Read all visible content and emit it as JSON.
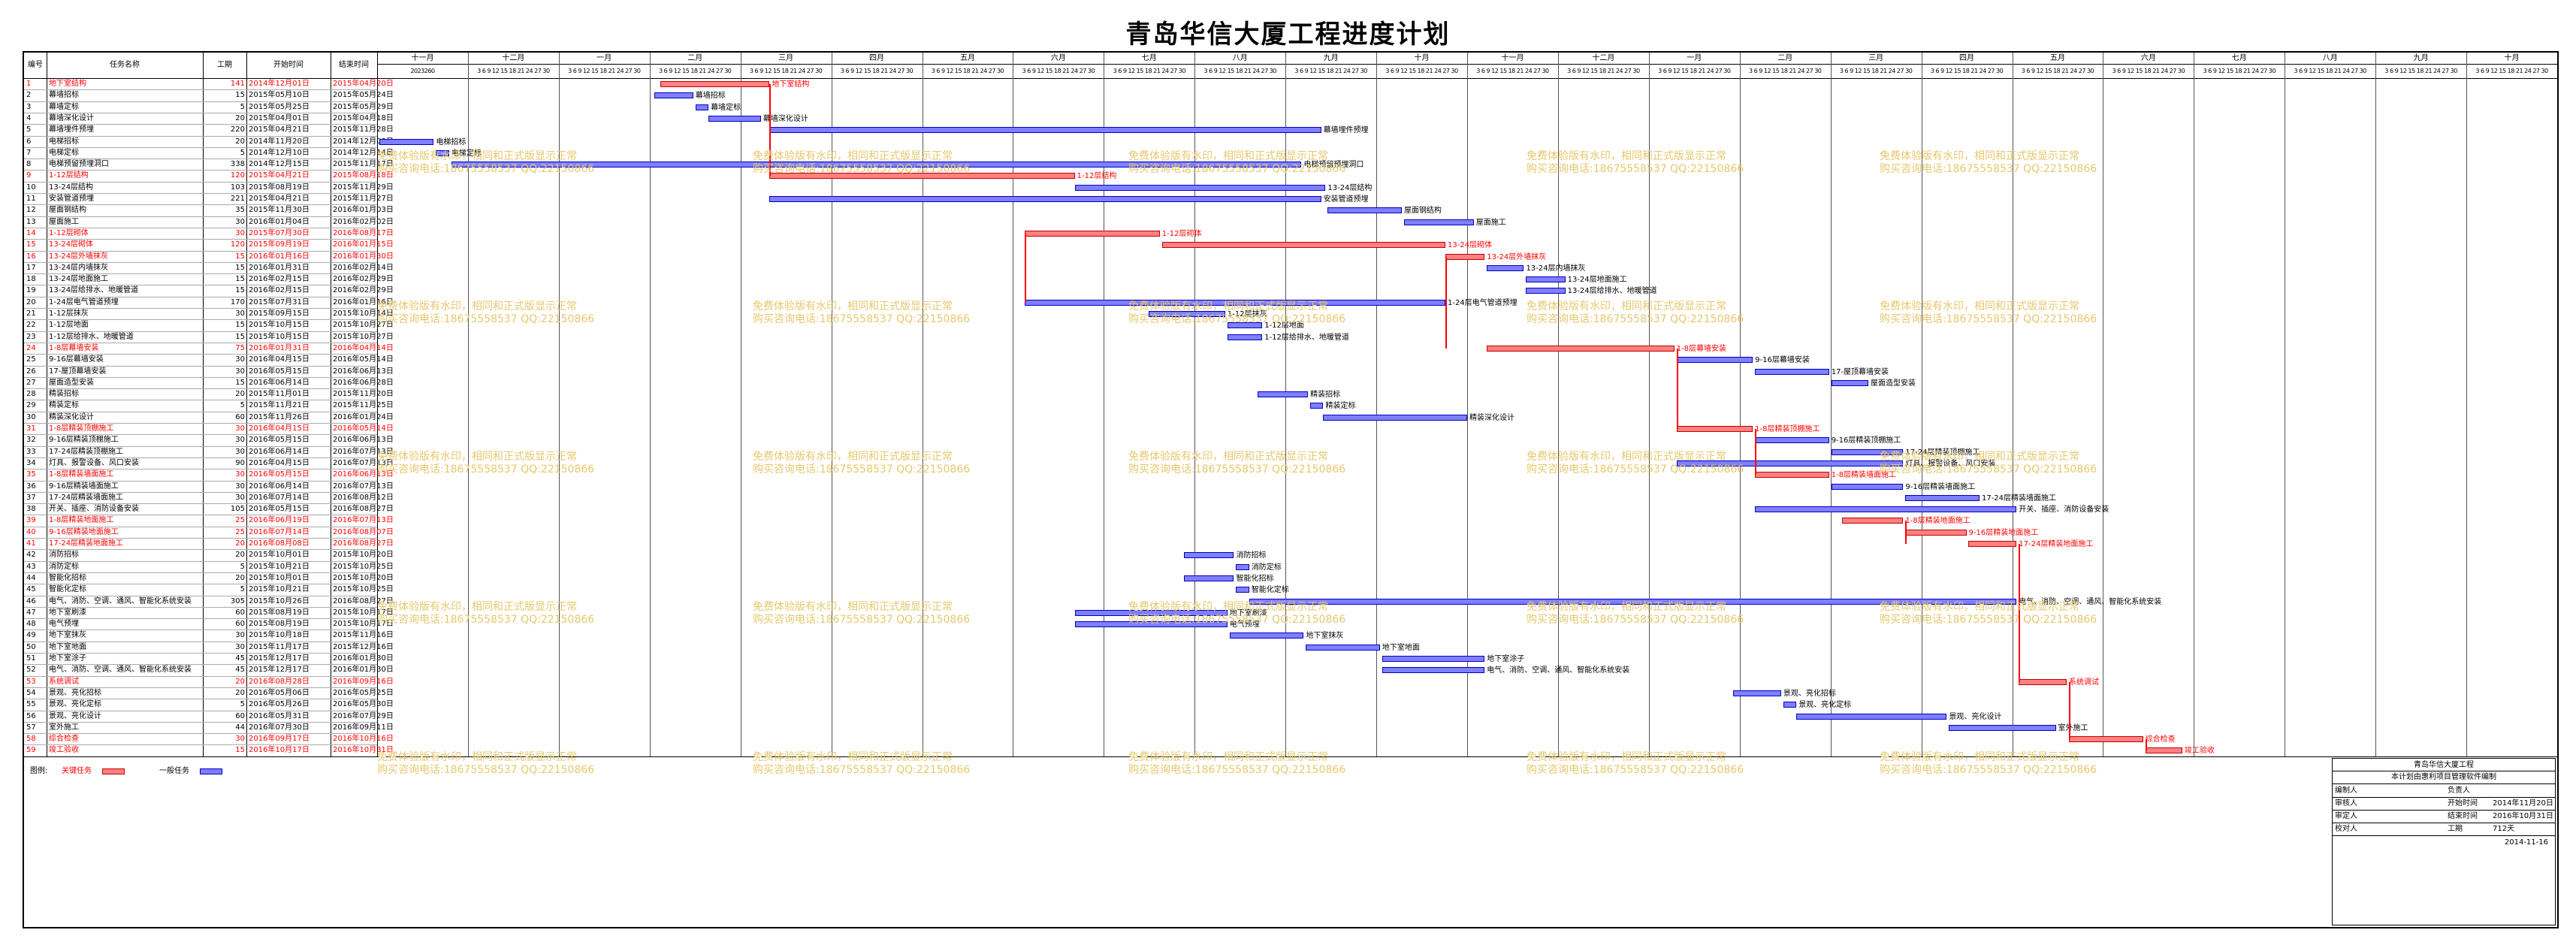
{
  "title": "青岛华信大厦工程进度计划",
  "headers": {
    "num": "编号",
    "name": "任务名称",
    "dur": "工期",
    "start": "开始时间",
    "end": "结束时间"
  },
  "months": [
    "十一月",
    "十二月",
    "一月",
    "二月",
    "三月",
    "四月",
    "五月",
    "六月",
    "七月",
    "八月",
    "九月",
    "十月",
    "十一月",
    "十二月",
    "一月",
    "二月",
    "三月",
    "四月",
    "五月",
    "六月",
    "七月",
    "八月",
    "九月",
    "十月"
  ],
  "day_ticks": "3 6 9 12 15 18 21 24 27 30",
  "first_tick": "2023260",
  "tasks": [
    {
      "n": "1",
      "name": "地下室结构",
      "dur": "141",
      "start": "2014年12月01日",
      "end": "2015年04月20日",
      "crit": true,
      "s": 0.13,
      "e": 0.18,
      "label": "地下室结构"
    },
    {
      "n": "2",
      "name": "幕墙招标",
      "dur": "15",
      "start": "2015年05月10日",
      "end": "2015年05月24日",
      "crit": false,
      "s": 0.127,
      "e": 0.145,
      "label": "幕墙招标"
    },
    {
      "n": "3",
      "name": "幕墙定标",
      "dur": "5",
      "start": "2015年05月25日",
      "end": "2015年05月29日",
      "crit": false,
      "s": 0.146,
      "e": 0.152,
      "label": "幕墙定标"
    },
    {
      "n": "4",
      "name": "幕墙深化设计",
      "dur": "20",
      "start": "2015年04月01日",
      "end": "2015年04月18日",
      "crit": false,
      "s": 0.152,
      "e": 0.176,
      "label": "幕墙深化设计"
    },
    {
      "n": "5",
      "name": "幕墙埋件预埋",
      "dur": "220",
      "start": "2015年04月21日",
      "end": "2015年11月28日",
      "crit": false,
      "s": 0.18,
      "e": 0.433,
      "label": "幕墙埋件预埋"
    },
    {
      "n": "6",
      "name": "电梯招标",
      "dur": "20",
      "start": "2014年11月20日",
      "end": "2014年12月09日",
      "crit": false,
      "s": 0.001,
      "e": 0.026,
      "label": "电梯招标"
    },
    {
      "n": "7",
      "name": "电梯定标",
      "dur": "5",
      "start": "2014年12月10日",
      "end": "2014年12月14日",
      "crit": false,
      "s": 0.027,
      "e": 0.033,
      "label": "电梯定标"
    },
    {
      "n": "8",
      "name": "电梯预留预埋洞口",
      "dur": "338",
      "start": "2014年12月15日",
      "end": "2015年11月17日",
      "crit": false,
      "s": 0.034,
      "e": 0.424,
      "label": "电梯预留预埋洞口"
    },
    {
      "n": "9",
      "name": "1-12层结构",
      "dur": "120",
      "start": "2015年04月21日",
      "end": "2015年08月18日",
      "crit": true,
      "s": 0.18,
      "e": 0.32,
      "label": "1-12层结构"
    },
    {
      "n": "10",
      "name": "13-24层结构",
      "dur": "103",
      "start": "2015年08月19日",
      "end": "2015年11月29日",
      "crit": false,
      "s": 0.32,
      "e": 0.435,
      "label": "13-24层结构"
    },
    {
      "n": "11",
      "name": "安装管道预埋",
      "dur": "221",
      "start": "2015年04月21日",
      "end": "2015年11月27日",
      "crit": false,
      "s": 0.18,
      "e": 0.433,
      "label": "安装管道预埋"
    },
    {
      "n": "12",
      "name": "屋面钢结构",
      "dur": "35",
      "start": "2015年11月30日",
      "end": "2016年01月03日",
      "crit": false,
      "s": 0.436,
      "e": 0.47,
      "label": "屋面钢结构"
    },
    {
      "n": "13",
      "name": "屋面施工",
      "dur": "30",
      "start": "2016年01月04日",
      "end": "2016年02月02日",
      "crit": false,
      "s": 0.471,
      "e": 0.503,
      "label": "屋面施工"
    },
    {
      "n": "14",
      "name": "1-12层砌体",
      "dur": "30",
      "start": "2015年07月30日",
      "end": "2016年08月17日",
      "crit": true,
      "s": 0.297,
      "e": 0.359,
      "label": "1-12层砌体"
    },
    {
      "n": "15",
      "name": "13-24层砌体",
      "dur": "120",
      "start": "2015年09月19日",
      "end": "2016年01月15日",
      "crit": true,
      "s": 0.36,
      "e": 0.49,
      "label": "13-24层砌体"
    },
    {
      "n": "16",
      "name": "13-24层外墙抹灰",
      "dur": "15",
      "start": "2016年01月16日",
      "end": "2016年01月30日",
      "crit": true,
      "s": 0.49,
      "e": 0.508,
      "label": "13-24层外墙抹灰"
    },
    {
      "n": "17",
      "name": "13-24层内墙抹灰",
      "dur": "15",
      "start": "2016年01月31日",
      "end": "2016年02月14日",
      "crit": false,
      "s": 0.509,
      "e": 0.526,
      "label": "13-24层内墙抹灰"
    },
    {
      "n": "18",
      "name": "13-24层地面施工",
      "dur": "15",
      "start": "2016年02月15日",
      "end": "2016年02月29日",
      "crit": false,
      "s": 0.527,
      "e": 0.545,
      "label": "13-24层地面施工"
    },
    {
      "n": "19",
      "name": "13-24层给排水、地暖管道",
      "dur": "15",
      "start": "2016年02月15日",
      "end": "2016年02月29日",
      "crit": false,
      "s": 0.527,
      "e": 0.545,
      "label": "13-24层给排水、地暖管道"
    },
    {
      "n": "20",
      "name": "1-24层电气管道预埋",
      "dur": "170",
      "start": "2015年07月31日",
      "end": "2016年01月16日",
      "crit": false,
      "s": 0.297,
      "e": 0.49,
      "label": "1-24层电气管道预埋"
    },
    {
      "n": "21",
      "name": "1-12层抹灰",
      "dur": "30",
      "start": "2015年09月15日",
      "end": "2015年10月14日",
      "crit": false,
      "s": 0.354,
      "e": 0.389,
      "label": "1-12层抹灰"
    },
    {
      "n": "22",
      "name": "1-12层地面",
      "dur": "15",
      "start": "2015年10月15日",
      "end": "2015年10月27日",
      "crit": false,
      "s": 0.39,
      "e": 0.406,
      "label": "1-12层地面"
    },
    {
      "n": "23",
      "name": "1-12层给排水、地暖管道",
      "dur": "15",
      "start": "2015年10月15日",
      "end": "2015年10月27日",
      "crit": false,
      "s": 0.39,
      "e": 0.406,
      "label": "1-12层给排水、地暖管道"
    },
    {
      "n": "24",
      "name": "1-8层幕墙安装",
      "dur": "75",
      "start": "2016年01月31日",
      "end": "2016年04月14日",
      "crit": true,
      "s": 0.509,
      "e": 0.595,
      "label": "1-8层幕墙安装"
    },
    {
      "n": "25",
      "name": "9-16层幕墙安装",
      "dur": "30",
      "start": "2016年04月15日",
      "end": "2016年05月14日",
      "crit": false,
      "s": 0.596,
      "e": 0.631,
      "label": "9-16层幕墙安装"
    },
    {
      "n": "26",
      "name": "17-屋顶幕墙安装",
      "dur": "30",
      "start": "2016年05月15日",
      "end": "2016年06月13日",
      "crit": false,
      "s": 0.632,
      "e": 0.666,
      "label": "17-屋顶幕墙安装"
    },
    {
      "n": "27",
      "name": "屋面造型安装",
      "dur": "15",
      "start": "2016年06月14日",
      "end": "2016年06月28日",
      "crit": false,
      "s": 0.667,
      "e": 0.684,
      "label": "屋面造型安装"
    },
    {
      "n": "28",
      "name": "精装招标",
      "dur": "20",
      "start": "2015年11月01日",
      "end": "2015年11月20日",
      "crit": false,
      "s": 0.404,
      "e": 0.427,
      "label": "精装招标"
    },
    {
      "n": "29",
      "name": "精装定标",
      "dur": "5",
      "start": "2015年11月21日",
      "end": "2015年11月25日",
      "crit": false,
      "s": 0.428,
      "e": 0.434,
      "label": "精装定标"
    },
    {
      "n": "30",
      "name": "精装深化设计",
      "dur": "60",
      "start": "2015年11月26日",
      "end": "2016年01月24日",
      "crit": false,
      "s": 0.434,
      "e": 0.5,
      "label": "精装深化设计"
    },
    {
      "n": "31",
      "name": "1-8层精装顶棚施工",
      "dur": "30",
      "start": "2016年04月15日",
      "end": "2016年05月14日",
      "crit": true,
      "s": 0.596,
      "e": 0.631,
      "label": "1-8层精装顶棚施工"
    },
    {
      "n": "32",
      "name": "9-16层精装顶棚施工",
      "dur": "30",
      "start": "2016年05月15日",
      "end": "2016年06月13日",
      "crit": false,
      "s": 0.632,
      "e": 0.666,
      "label": "9-16层精装顶棚施工"
    },
    {
      "n": "33",
      "name": "17-24层精装顶棚施工",
      "dur": "30",
      "start": "2016年06月14日",
      "end": "2016年07月13日",
      "crit": false,
      "s": 0.667,
      "e": 0.7,
      "label": "17-24层精装顶棚施工"
    },
    {
      "n": "34",
      "name": "灯具、报警设备、风口安装",
      "dur": "90",
      "start": "2016年04月15日",
      "end": "2016年07月13日",
      "crit": false,
      "s": 0.596,
      "e": 0.7,
      "label": "灯具、报警设备、风口安装"
    },
    {
      "n": "35",
      "name": "1-8层精装墙面施工",
      "dur": "30",
      "start": "2016年05月15日",
      "end": "2016年06月13日",
      "crit": true,
      "s": 0.632,
      "e": 0.666,
      "label": "1-8层精装墙面施工"
    },
    {
      "n": "36",
      "name": "9-16层精装墙面施工",
      "dur": "30",
      "start": "2016年06月14日",
      "end": "2016年07月13日",
      "crit": false,
      "s": 0.667,
      "e": 0.7,
      "label": "9-16层精装墙面施工"
    },
    {
      "n": "37",
      "name": "17-24层精装墙面施工",
      "dur": "30",
      "start": "2016年07月14日",
      "end": "2016年08月12日",
      "crit": false,
      "s": 0.701,
      "e": 0.735,
      "label": "17-24层精装墙面施工"
    },
    {
      "n": "38",
      "name": "开关、插座、消防设备安装",
      "dur": "105",
      "start": "2016年05月15日",
      "end": "2016年08月27日",
      "crit": false,
      "s": 0.632,
      "e": 0.752,
      "label": "开关、插座、消防设备安装"
    },
    {
      "n": "39",
      "name": "1-8层精装地面施工",
      "dur": "25",
      "start": "2016年06月19日",
      "end": "2016年07月13日",
      "crit": true,
      "s": 0.672,
      "e": 0.7,
      "label": "1-8层精装地面施工"
    },
    {
      "n": "40",
      "name": "9-16层精装地面施工",
      "dur": "25",
      "start": "2016年07月14日",
      "end": "2016年08月07日",
      "crit": true,
      "s": 0.701,
      "e": 0.729,
      "label": "9-16层精装地面施工"
    },
    {
      "n": "41",
      "name": "17-24层精装地面施工",
      "dur": "20",
      "start": "2016年08月08日",
      "end": "2016年08月27日",
      "crit": true,
      "s": 0.73,
      "e": 0.752,
      "label": "17-24层精装地面施工"
    },
    {
      "n": "42",
      "name": "消防招标",
      "dur": "20",
      "start": "2015年10月01日",
      "end": "2015年10月20日",
      "crit": false,
      "s": 0.37,
      "e": 0.393,
      "label": "消防招标"
    },
    {
      "n": "43",
      "name": "消防定标",
      "dur": "5",
      "start": "2015年10月21日",
      "end": "2015年10月25日",
      "crit": false,
      "s": 0.394,
      "e": 0.4,
      "label": "消防定标"
    },
    {
      "n": "44",
      "name": "智能化招标",
      "dur": "20",
      "start": "2015年10月01日",
      "end": "2015年10月20日",
      "crit": false,
      "s": 0.37,
      "e": 0.393,
      "label": "智能化招标"
    },
    {
      "n": "45",
      "name": "智能化定标",
      "dur": "5",
      "start": "2015年10月21日",
      "end": "2015年10月25日",
      "crit": false,
      "s": 0.394,
      "e": 0.4,
      "label": "智能化定标"
    },
    {
      "n": "46",
      "name": "电气、消防、空调、通风、智能化系统安装",
      "dur": "305",
      "start": "2015年10月26日",
      "end": "2016年08月27日",
      "crit": false,
      "s": 0.4,
      "e": 0.752,
      "label": "电气、消防、空调、通风、智能化系统安装"
    },
    {
      "n": "47",
      "name": "地下室刷漆",
      "dur": "60",
      "start": "2015年08月19日",
      "end": "2015年10月17日",
      "crit": false,
      "s": 0.32,
      "e": 0.39,
      "label": "地下室刷漆"
    },
    {
      "n": "48",
      "name": "电气预埋",
      "dur": "60",
      "start": "2015年08月19日",
      "end": "2015年10月17日",
      "crit": false,
      "s": 0.32,
      "e": 0.39,
      "label": "电气预埋"
    },
    {
      "n": "49",
      "name": "地下室抹灰",
      "dur": "30",
      "start": "2015年10月18日",
      "end": "2015年11月16日",
      "crit": false,
      "s": 0.391,
      "e": 0.425,
      "label": "地下室抹灰"
    },
    {
      "n": "50",
      "name": "地下室地面",
      "dur": "30",
      "start": "2015年11月17日",
      "end": "2015年12月16日",
      "crit": false,
      "s": 0.426,
      "e": 0.46,
      "label": "地下室地面"
    },
    {
      "n": "51",
      "name": "地下室涂子",
      "dur": "45",
      "start": "2015年12月17日",
      "end": "2016年01月30日",
      "crit": false,
      "s": 0.461,
      "e": 0.508,
      "label": "地下室涂子"
    },
    {
      "n": "52",
      "name": "电气、消防、空调、通风、智能化系统安装",
      "dur": "45",
      "start": "2015年12月17日",
      "end": "2016年01月30日",
      "crit": false,
      "s": 0.461,
      "e": 0.508,
      "label": "电气、消防、空调、通风、智能化系统安装"
    },
    {
      "n": "53",
      "name": "系统调试",
      "dur": "20",
      "start": "2016年08月28日",
      "end": "2016年09月16日",
      "crit": true,
      "s": 0.753,
      "e": 0.775,
      "label": "系统调试"
    },
    {
      "n": "54",
      "name": "景观、亮化招标",
      "dur": "20",
      "start": "2016年05月06日",
      "end": "2016年05月25日",
      "crit": false,
      "s": 0.622,
      "e": 0.644,
      "label": "景观、亮化招标"
    },
    {
      "n": "55",
      "name": "景观、亮化定标",
      "dur": "5",
      "start": "2016年05月26日",
      "end": "2016年05月30日",
      "crit": false,
      "s": 0.645,
      "e": 0.651,
      "label": "景观、亮化定标"
    },
    {
      "n": "56",
      "name": "景观、亮化设计",
      "dur": "60",
      "start": "2016年05月31日",
      "end": "2016年07月29日",
      "crit": false,
      "s": 0.651,
      "e": 0.72,
      "label": "景观、亮化设计"
    },
    {
      "n": "57",
      "name": "室外施工",
      "dur": "44",
      "start": "2016年07月30日",
      "end": "2016年09月11日",
      "crit": false,
      "s": 0.721,
      "e": 0.77,
      "label": "室外施工"
    },
    {
      "n": "58",
      "name": "综合检查",
      "dur": "30",
      "start": "2016年09月17日",
      "end": "2016年10月16日",
      "crit": true,
      "s": 0.776,
      "e": 0.81,
      "label": "综合检查"
    },
    {
      "n": "59",
      "name": "竣工验收",
      "dur": "15",
      "start": "2016年10月17日",
      "end": "2016年10月31日",
      "crit": true,
      "s": 0.811,
      "e": 0.828,
      "label": "竣工验收"
    }
  ],
  "watermark": {
    "line1": "免费体验版有水印，相同和正式版显示正常",
    "line2": "购买咨询电话:18675558537 QQ:22150866"
  },
  "legend": {
    "label": "图例:",
    "critical": "关键任务",
    "normal": "一般任务"
  },
  "infobox": {
    "project": "青岛华信大厦工程",
    "company": "本计划由惠利项目管理软件编制",
    "rows": [
      [
        "编制人",
        "",
        "负责人",
        ""
      ],
      [
        "审核人",
        "",
        "开始时间",
        "2014年11月20日"
      ],
      [
        "审定人",
        "",
        "结束时间",
        "2016年10月31日"
      ],
      [
        "校对人",
        "",
        "工期",
        "712天"
      ]
    ],
    "date": "2014-11-16"
  },
  "colors": {
    "critical": "#ff8080",
    "normal": "#7f7fff",
    "watermark": "#e6c86e"
  }
}
